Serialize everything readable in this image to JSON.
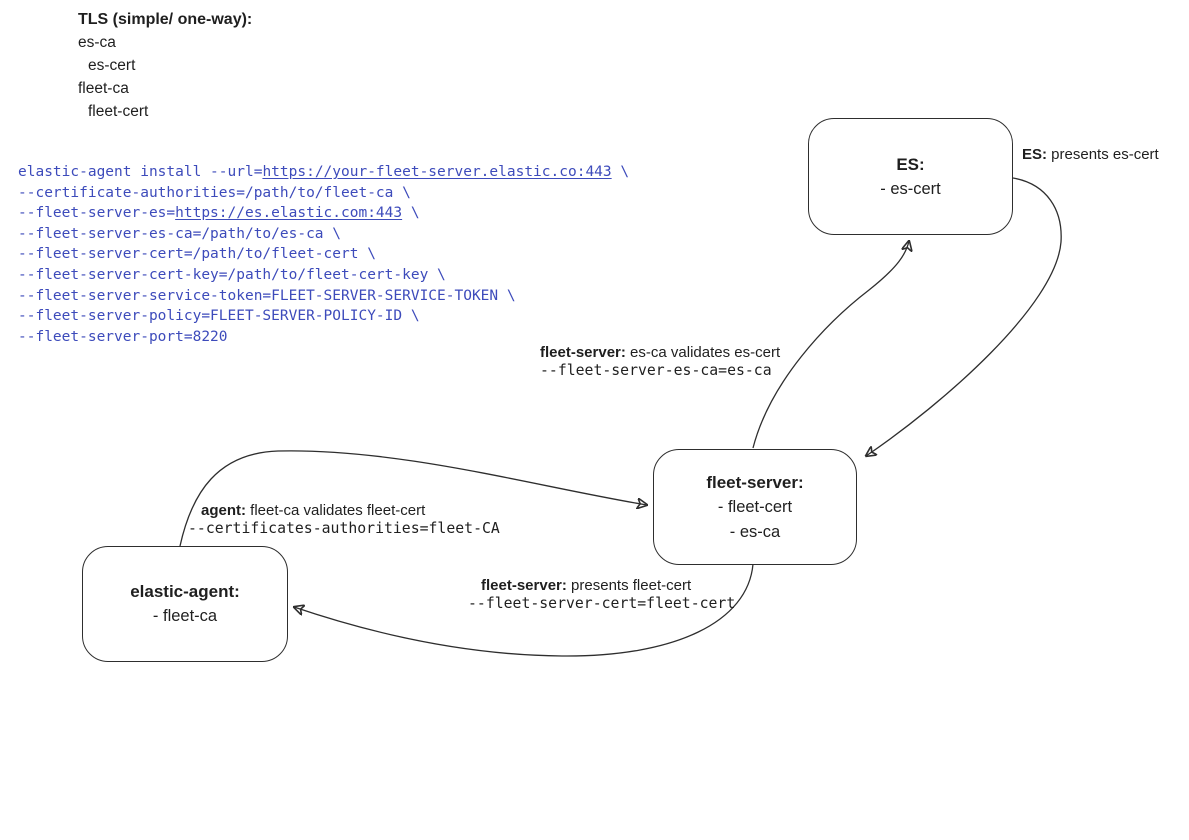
{
  "colors": {
    "ink": "#1f1f1f",
    "line": "#2e2e2e",
    "code_blue": "#3d4bbb"
  },
  "tls_list": {
    "title": "TLS (simple/ one-way):",
    "items": [
      "es-ca",
      "es-cert",
      "fleet-ca",
      "fleet-cert"
    ]
  },
  "command": {
    "lines": [
      {
        "pre": "elastic-agent install --url=",
        "link": "https://your-fleet-server.elastic.co:443",
        "post": " \\"
      },
      {
        "pre": "--certificate-authorities=/path/to/fleet-ca \\",
        "link": "",
        "post": ""
      },
      {
        "pre": "--fleet-server-es=",
        "link": "https://es.elastic.com:443",
        "post": " \\"
      },
      {
        "pre": "--fleet-server-es-ca=/path/to/es-ca \\",
        "link": "",
        "post": ""
      },
      {
        "pre": "--fleet-server-cert=/path/to/fleet-cert \\",
        "link": "",
        "post": ""
      },
      {
        "pre": "--fleet-server-cert-key=/path/to/fleet-cert-key \\",
        "link": "",
        "post": ""
      },
      {
        "pre": "--fleet-server-service-token=FLEET-SERVER-SERVICE-TOKEN \\",
        "link": "",
        "post": ""
      },
      {
        "pre": "--fleet-server-policy=FLEET-SERVER-POLICY-ID \\",
        "link": "",
        "post": ""
      },
      {
        "pre": "--fleet-server-port=8220",
        "link": "",
        "post": ""
      }
    ]
  },
  "nodes": {
    "es": {
      "title": "ES:",
      "items": [
        "- es-cert"
      ]
    },
    "fleet_server": {
      "title": "fleet-server:",
      "items": [
        "- fleet-cert",
        "- es-ca"
      ]
    },
    "elastic_agent": {
      "title": "elastic-agent:",
      "items": [
        "- fleet-ca"
      ]
    }
  },
  "edge_labels": {
    "es_presents": {
      "bold": "ES:",
      "text": " presents es-cert",
      "mono": ""
    },
    "fleet_validates_es": {
      "bold": "fleet-server:",
      "text": " es-ca validates es-cert",
      "mono": "--fleet-server-es-ca=es-ca"
    },
    "agent_validates": {
      "bold": "agent:",
      "text": " fleet-ca validates fleet-cert",
      "mono": "--certificates-authorities=fleet-CA"
    },
    "fleet_presents": {
      "bold": "fleet-server:",
      "text": " presents fleet-cert",
      "mono": "--fleet-server-cert=fleet-cert"
    }
  }
}
